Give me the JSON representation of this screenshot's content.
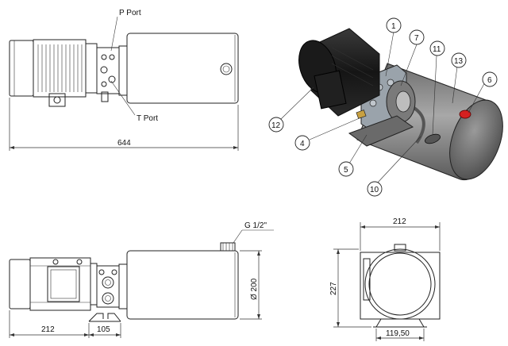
{
  "views": {
    "side": {
      "p_port": "P Port",
      "t_port": "T Port",
      "total_length": "644"
    },
    "front": {
      "g_port": "G 1/2\"",
      "diameter": "Ø 200",
      "motor_length": "212",
      "mount_spacing": "105"
    },
    "end": {
      "width": "212",
      "height": "227",
      "base_width": "119,50"
    }
  },
  "callouts": [
    "1",
    "7",
    "11",
    "13",
    "6",
    "12",
    "4",
    "5",
    "10"
  ],
  "colors": {
    "line": "#222222",
    "tank_shade": "#8a8a8a",
    "motor_dark": "#2a2a2a",
    "manifold": "#9aa3ab",
    "red_cap": "#d42020",
    "brass": "#c8a040"
  }
}
